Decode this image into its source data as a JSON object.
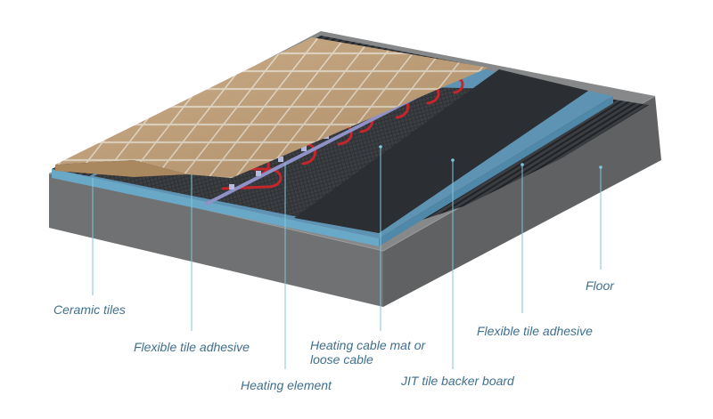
{
  "labels": {
    "ceramic_tiles": "Ceramic tiles",
    "flexible_tile_adhesive_left": "Flexible tile adhesive",
    "heating_element": "Heating element",
    "heating_cable_mat_line1": "Heating cable mat or",
    "heating_cable_mat_line2": "loose cable",
    "jit_backer_board": "JIT  tile backer board",
    "flexible_tile_adhesive_right": "Flexible tile adhesive",
    "floor": "Floor"
  },
  "colors": {
    "concrete": "#77797a",
    "board_blue": "#6aa8c8",
    "adhesive_dark": "#2f3236",
    "tile": "#c7a47b",
    "heating_cable": "#c4262c",
    "mesh_strip": "#8e92c7",
    "leader_line": "#7fc6de",
    "label_text": "#3f6f8c"
  }
}
